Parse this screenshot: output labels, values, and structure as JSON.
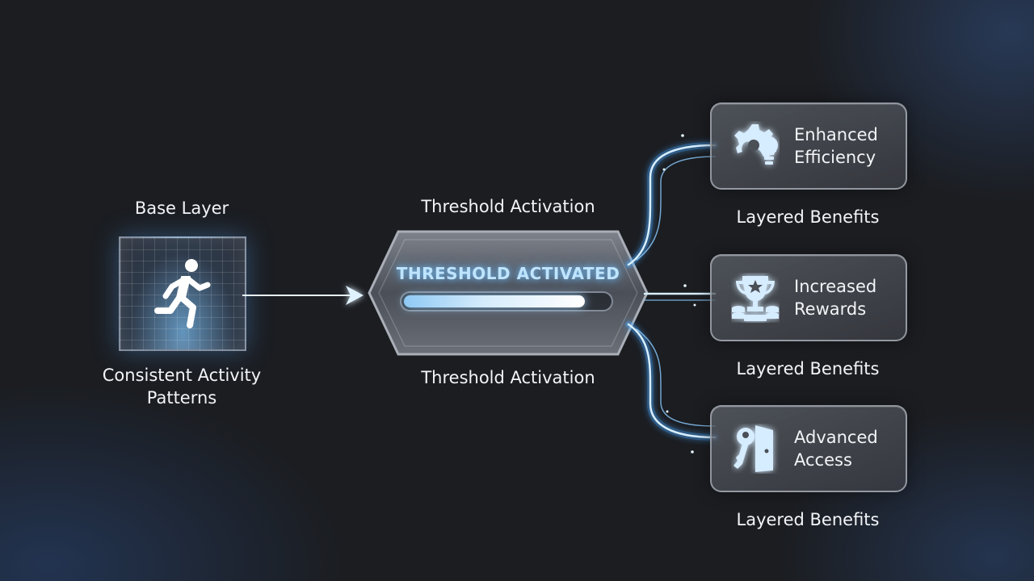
{
  "base_layer": {
    "title": "Base Layer",
    "caption": "Consistent Activity Patterns",
    "icon": "running-person-icon"
  },
  "threshold": {
    "label_top": "Threshold Activation",
    "label_bottom": "Threshold Activation",
    "status": "THRESHOLD ACTIVATED",
    "progress": 0.88
  },
  "benefits": [
    {
      "line1": "Enhanced",
      "line2": "Efficiency",
      "caption": "Layered Benefits",
      "icon": "gear-lightbulb-icon"
    },
    {
      "line1": "Increased",
      "line2": "Rewards",
      "caption": "Layered Benefits",
      "icon": "trophy-coins-icon"
    },
    {
      "line1": "Advanced",
      "line2": "Access",
      "caption": "Layered Benefits",
      "icon": "key-door-icon"
    }
  ],
  "colors": {
    "glow": "#5ab4ff",
    "background": "#1b1d21",
    "accent_text": "#bfe4ff"
  }
}
